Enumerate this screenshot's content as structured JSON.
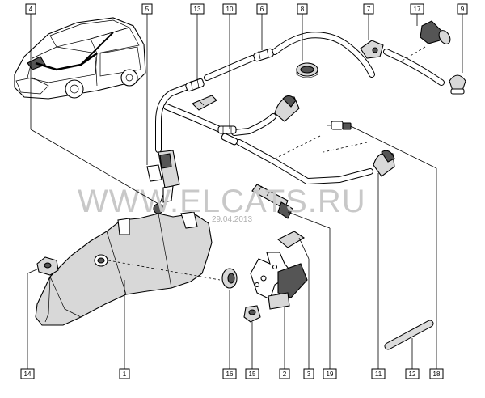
{
  "watermark": {
    "text": "WWW.ELCATS.RU",
    "date": "29.04.2013"
  },
  "labels": {
    "l1": "1",
    "l2": "2",
    "l3": "3",
    "l4": "4",
    "l5": "5",
    "l6": "6",
    "l7": "7",
    "l8": "8",
    "l9": "9",
    "l10": "10",
    "l11": "11",
    "l12": "12",
    "l13": "13",
    "l14": "14",
    "l15": "15",
    "l16": "16",
    "l17": "17",
    "l18": "18",
    "l19": "19"
  }
}
